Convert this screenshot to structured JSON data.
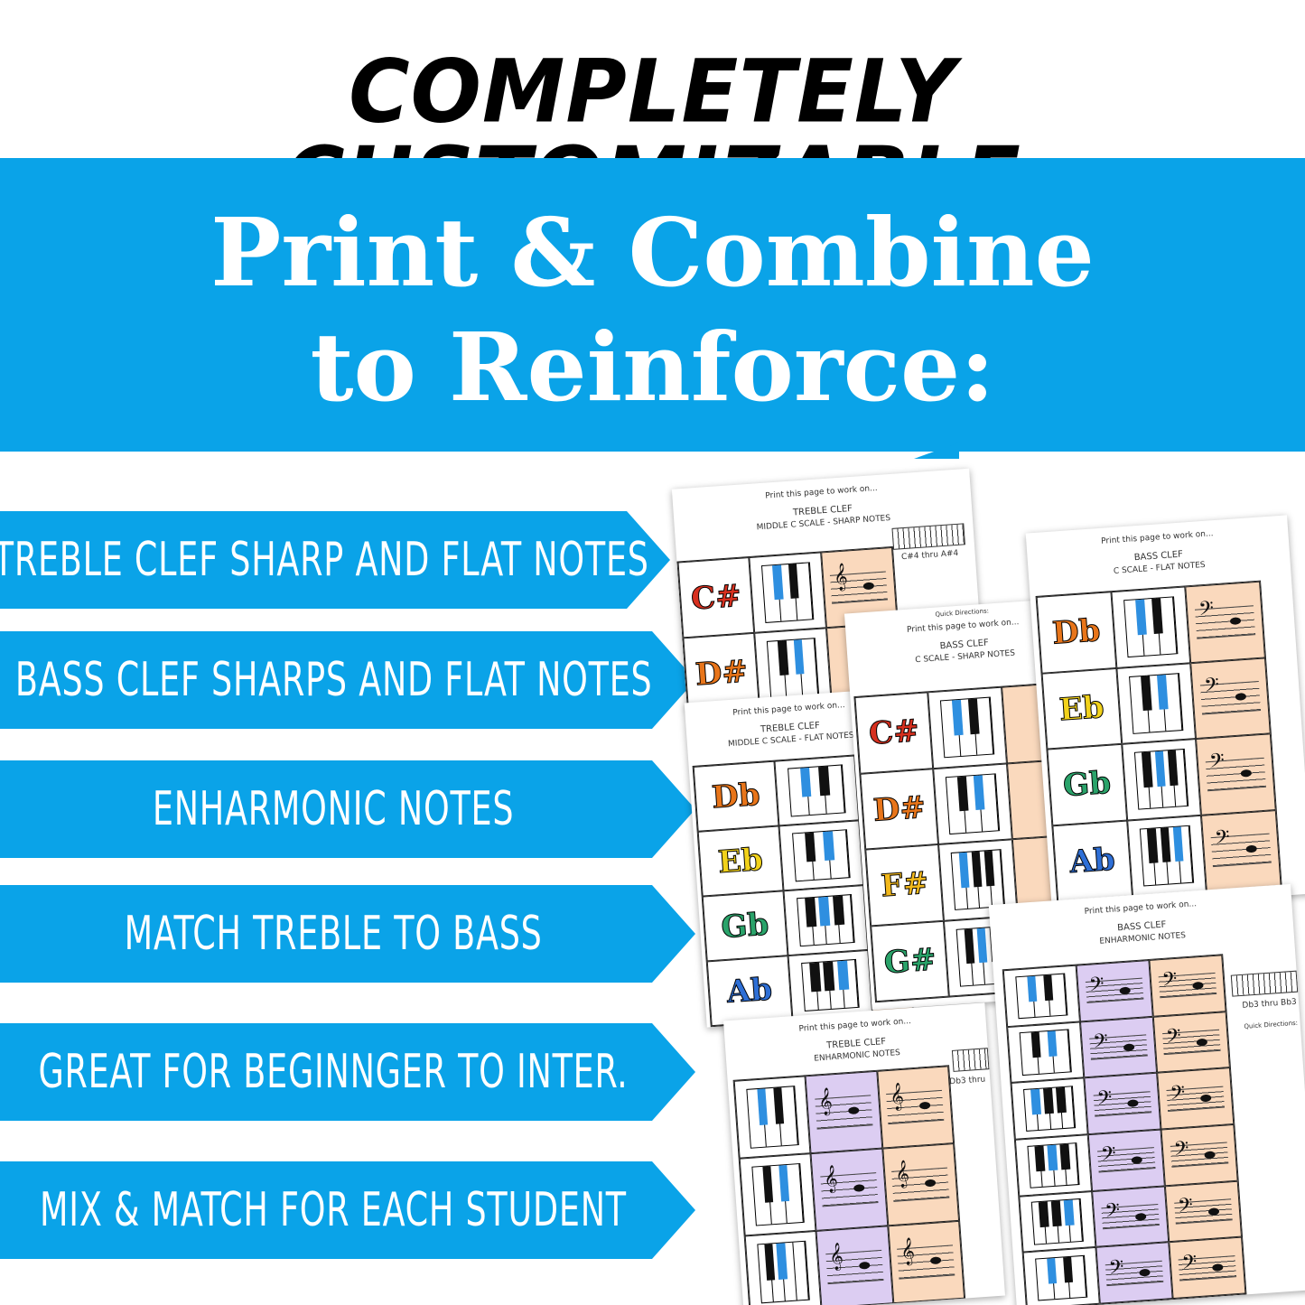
{
  "header": {
    "title": "COMPLETELY CUSTOMIZABLE"
  },
  "banner": {
    "line1": "Print & Combine",
    "line2": "to Reinforce:"
  },
  "features": [
    "TREBLE CLEF SHARP AND FLAT NOTES",
    "BASS CLEF SHARPS AND FLAT NOTES",
    "ENHARMONIC NOTES",
    "MATCH TREBLE TO BASS",
    "GREAT FOR BEGINNGER TO INTER.",
    "MIX & MATCH FOR EACH STUDENT"
  ],
  "colors": {
    "banner_blue": "#0aa3e8",
    "peach": "#fad9bd",
    "lavender": "#dccdf2"
  },
  "worksheets": {
    "sheet1": {
      "intro": "Print this page to work on...",
      "title": "TREBLE CLEF",
      "subtitle": "MIDDLE C SCALE - SHARP NOTES",
      "range": "C#4 thru A#4",
      "notes": [
        "C#",
        "D#"
      ]
    },
    "sheet2": {
      "intro": "Print this page to work on...",
      "title": "TREBLE CLEF",
      "subtitle": "MIDDLE C SCALE - FLAT NOTES",
      "notes": [
        "Db",
        "Eb",
        "Gb",
        "Ab"
      ]
    },
    "sheet3": {
      "intro": "Print this page to work on...",
      "title": "BASS CLEF",
      "subtitle": "C SCALE - SHARP NOTES",
      "quick": "Quick Directions:",
      "notes": [
        "C#",
        "D#",
        "F#",
        "G#"
      ]
    },
    "sheet4": {
      "intro": "Print this page to work on...",
      "title": "BASS CLEF",
      "subtitle": "C SCALE - FLAT NOTES",
      "notes": [
        "Db",
        "Eb",
        "Gb",
        "Ab"
      ]
    },
    "sheet5": {
      "intro": "Print this page to work on...",
      "title": "TREBLE CLEF",
      "subtitle": "ENHARMONIC NOTES",
      "range": "Db3 thru"
    },
    "sheet6": {
      "intro": "Print this page to work on...",
      "title": "BASS CLEF",
      "subtitle": "ENHARMONIC NOTES",
      "range": "Db3 thru Bb3",
      "quick": "Quick Directions:"
    }
  }
}
